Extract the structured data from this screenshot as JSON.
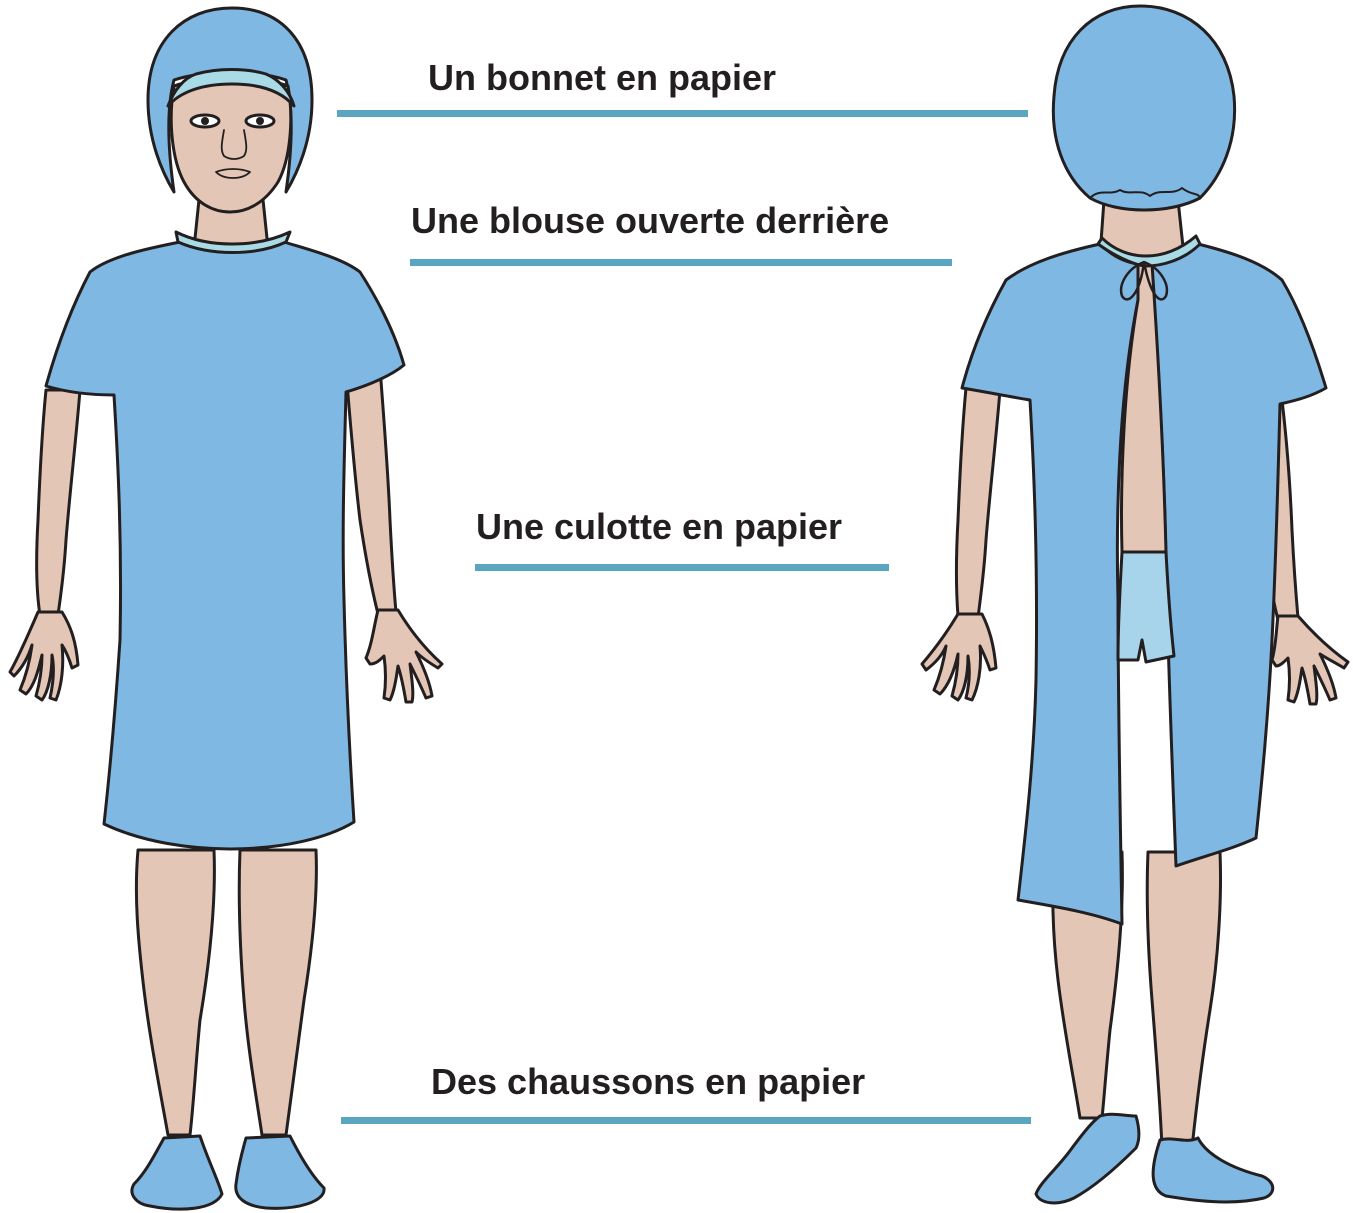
{
  "labels": {
    "cap": "Un bonnet en papier",
    "gown": "Une blouse ouverte derrière",
    "pants": "Une culotte en papier",
    "shoes": "Des chaussons en papier"
  },
  "colors": {
    "gown": "#7fb8e2",
    "cap": "#7fb8e2",
    "collar": "#a9dbe6",
    "underwear": "#a7d4ea",
    "skin": "#e3c6b5",
    "outline": "#231f20",
    "leader_line": "#5aa5c0"
  }
}
